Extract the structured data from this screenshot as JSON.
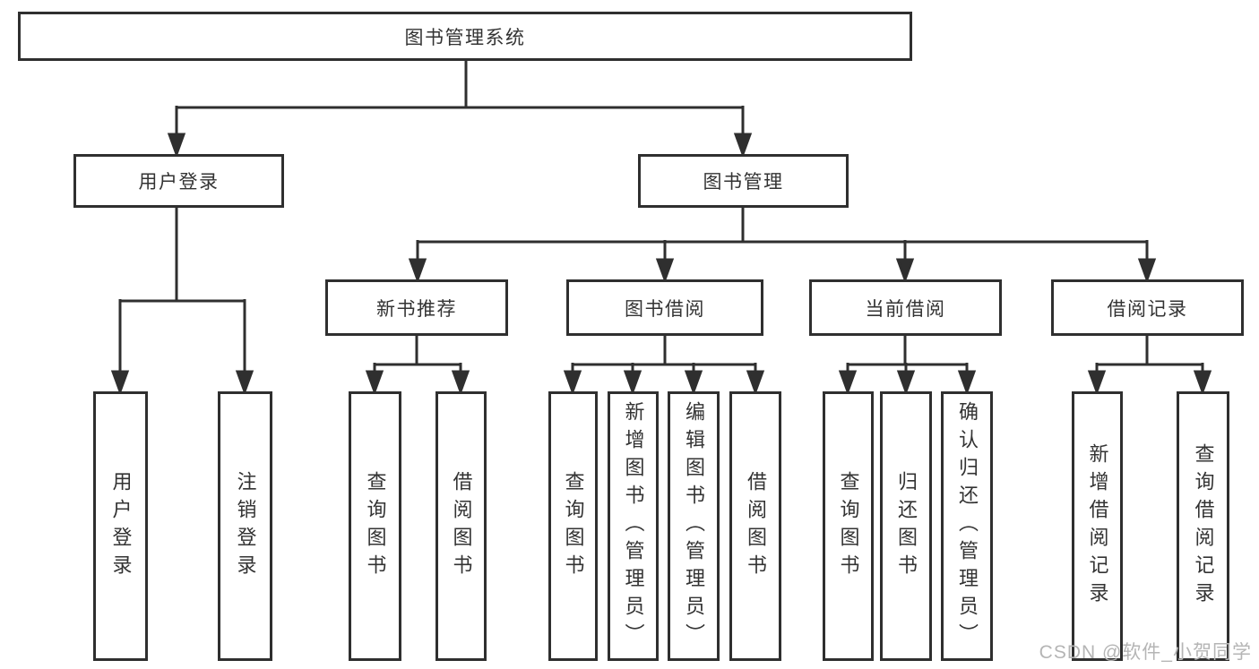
{
  "diagram": {
    "nodes": {
      "root": "图书管理系统",
      "user_login": "用户登录",
      "book_mgmt": "图书管理",
      "new_book_rec": "新书推荐",
      "book_borrow": "图书借阅",
      "current_borrow": "当前借阅",
      "borrow_records": "借阅记录",
      "ul_leaves": [
        "用户登录",
        "注销登录"
      ],
      "nb_leaves": [
        "查询图书",
        "借阅图书"
      ],
      "bb_leaves": [
        "查询图书",
        "新增图书（管理员）",
        "编辑图书（管理员）",
        "借阅图书"
      ],
      "cb_leaves": [
        "查询图书",
        "归还图书",
        "确认归还（管理员）"
      ],
      "br_leaves": [
        "新增借阅记录",
        "查询借阅记录"
      ]
    },
    "watermark": "CSDN @软件_小贺同学",
    "colors": {
      "line": "#2f2f2f",
      "text": "#333333",
      "watermark": "#b5b5b5",
      "background": "#ffffff"
    }
  }
}
